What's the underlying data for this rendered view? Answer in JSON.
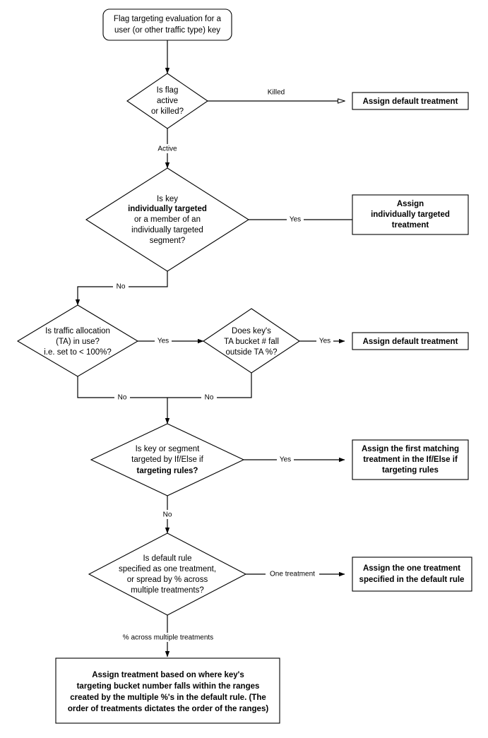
{
  "diagram": {
    "title": "Flag targeting evaluation flowchart",
    "type": "flowchart",
    "colors": {
      "background": "#ffffff",
      "stroke": "#000000",
      "fill": "#ffffff",
      "text": "#000000"
    }
  },
  "nodes": {
    "start": {
      "shape": "rounded-rectangle",
      "line1": "Flag targeting evaluation for a",
      "line2": "user (or other traffic type) key"
    },
    "decision_flag_active": {
      "shape": "diamond",
      "line1": "Is flag",
      "line2": "active",
      "line3_a": "or ",
      "line3_b": "killed?"
    },
    "box_assign_default_1": {
      "shape": "rectangle",
      "line1": "Assign default treatment"
    },
    "decision_individually_targeted": {
      "shape": "diamond",
      "line1": "Is key",
      "line2": "individually targeted",
      "line3": "or a member of an",
      "line4": "individually targeted",
      "line5": "segment?"
    },
    "box_assign_individually_targeted": {
      "shape": "rectangle",
      "line1": "Assign",
      "line2": "individually targeted",
      "line3": "treatment"
    },
    "decision_traffic_allocation": {
      "shape": "diamond",
      "line1": "Is traffic allocation",
      "line2": "(TA) in use?",
      "line3": "i.e. set to < 100%?"
    },
    "decision_ta_bucket": {
      "shape": "diamond",
      "line1": "Does key's",
      "line2": "TA bucket # fall",
      "line3": "outside TA %?"
    },
    "box_assign_default_2": {
      "shape": "rectangle",
      "line1": "Assign default treatment"
    },
    "decision_if_else_rules": {
      "shape": "diamond",
      "line1": "Is key or segment",
      "line2": "targeted by If/Else if",
      "line3": "targeting rules?"
    },
    "box_assign_first_matching": {
      "shape": "rectangle",
      "line1": "Assign the first matching",
      "line2": "treatment in the If/Else if",
      "line3": "targeting rules"
    },
    "decision_default_rule": {
      "shape": "diamond",
      "line1_a": "Is ",
      "line1_b": "default rule",
      "line2": "specified as one treatment,",
      "line3": "or spread by % across",
      "line4": "multiple treatments?"
    },
    "box_assign_one_treatment": {
      "shape": "rectangle",
      "line1": "Assign the one treatment",
      "line2": "specified in the default rule"
    },
    "box_assign_by_ranges": {
      "shape": "rectangle",
      "line1": "Assign treatment based on where key's",
      "line2": "targeting bucket number falls within the ranges",
      "line3": "created by the multiple %'s in the default rule. (The",
      "line4": "order of treatments dictates the order of the ranges)"
    }
  },
  "edge_labels": {
    "killed": "Killed",
    "active": "Active",
    "yes_individually_targeted": "Yes",
    "no_individually_targeted": "No",
    "yes_traffic_allocation": "Yes",
    "no_traffic_allocation": "No",
    "yes_ta_bucket": "Yes",
    "no_ta_bucket": "No",
    "yes_if_else": "Yes",
    "no_if_else": "No",
    "one_treatment": "One treatment",
    "percent_across_multiple": "% across multiple treatments"
  }
}
